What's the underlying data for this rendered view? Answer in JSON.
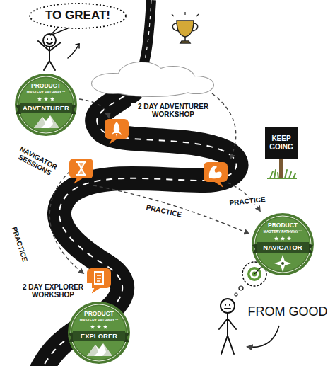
{
  "diagram": {
    "nodes": [
      {
        "text": [
          "TO GREAT!"
        ]
      },
      {
        "text": [
          "PRODUCT",
          "MASTERY PATHWAY™",
          "ADVENTURER"
        ]
      },
      {
        "text": [
          "KEEP GOING"
        ]
      },
      {
        "text": [
          "PRODUCT",
          "MASTERY PATHWAY™",
          "NAVIGATOR"
        ]
      },
      {
        "text": [
          "PRODUCT",
          "MASTERY PATHWAY™",
          "EXPLORER"
        ]
      }
    ],
    "labels": [
      "2 DAY ADVENTURER WORKSHOP",
      "NAVIGATOR SESSIONS",
      "PRACTICE",
      "PRACTICE",
      "PRACTICE",
      "2 DAY EXPLORER WORKSHOP",
      "FROM GOOD"
    ]
  }
}
